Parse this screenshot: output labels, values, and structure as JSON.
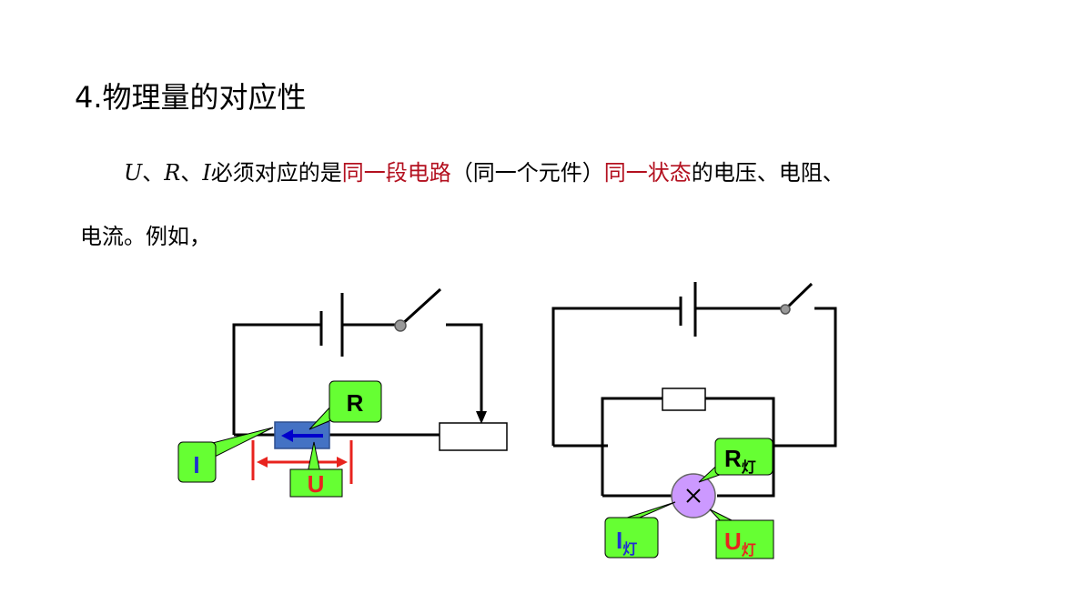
{
  "heading": "4.物理量的对应性",
  "paragraph": {
    "var_u": "U",
    "sep1": "、",
    "var_r": "R",
    "sep2": "、",
    "var_i": "I",
    "text1": "必须对应的是",
    "hl1": "同一段电路",
    "text2": "（同一个元件）",
    "hl2": "同一状态",
    "text3": "的电压、电阻、",
    "line2": "电流。例如，"
  },
  "diagram_left": {
    "label_r": "R",
    "label_i": "I",
    "label_u": "U"
  },
  "diagram_right": {
    "label_r": "R",
    "label_i": "I",
    "label_u": "U",
    "subscript": "灯"
  },
  "colors": {
    "accent_red": "#b3101f",
    "callout_green": "#66ff33",
    "resistor_blue": "#4472c4",
    "lamp_violet": "#cc99ff",
    "label_blue": "#1f2fd0",
    "label_red": "#e8231e"
  }
}
